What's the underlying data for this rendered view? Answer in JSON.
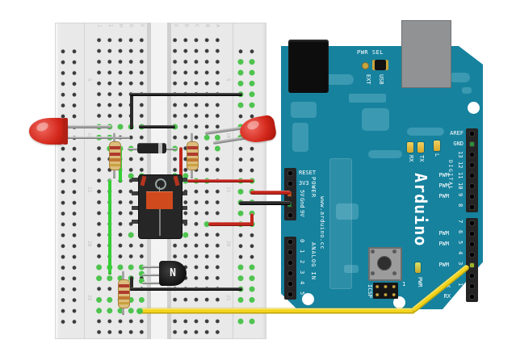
{
  "palette": {
    "board_teal": "#16829e",
    "breadboard_gray": "#e9e9e9",
    "hole_highlight_green": "#4ec44e",
    "wire_red": "#c3261c",
    "wire_black": "#2a2a2a",
    "wire_green": "#35cf35",
    "wire_yellow": "#f2d41c",
    "wire_gray": "#a4a4a4",
    "led_red": "#d4281c",
    "resistor_beige": "#dcbd7c",
    "usb_gray": "#909294"
  },
  "breadboard": {
    "column_letters": [
      "J",
      "I",
      "H",
      "G",
      "F",
      "E",
      "D",
      "C",
      "B",
      "A"
    ],
    "row_numbers": [
      "5",
      "10",
      "15",
      "20",
      "25"
    ]
  },
  "arduino": {
    "brand": "Arduino",
    "website": "www.arduino.cc",
    "pwr_sel": "PWR SEL",
    "ext": "EXT",
    "usb": "USB",
    "aref": "AREF",
    "gnd_top": "GND",
    "digital": "DIGITAL",
    "pwm": "PWM",
    "digital_pins_top": [
      "13",
      "12",
      "11",
      "10",
      "9",
      "8"
    ],
    "digital_pins_bottom": [
      "7",
      "6",
      "5",
      "4",
      "3",
      "2",
      "1",
      "0"
    ],
    "led_rx": "RX",
    "led_tx": "TX",
    "led_l": "L",
    "serial_tx": "TX",
    "serial_rx": "RX",
    "reset": "RESET",
    "v33": "3V3",
    "v5": "5V",
    "gnd": "Gnd",
    "v9": "9V",
    "power": "POWER",
    "analog": "ANALOG IN",
    "analog_pins": [
      "0",
      "1",
      "2",
      "3",
      "4",
      "5"
    ],
    "icsp": "ICSP",
    "icsp_pin1": "1",
    "pwr_led": "PWR"
  },
  "components": {
    "transistor_marking": "N"
  }
}
